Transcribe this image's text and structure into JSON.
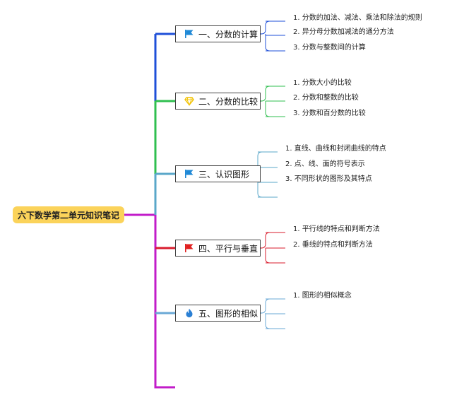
{
  "root": {
    "label": "六下数学第二单元知识笔记"
  },
  "branches": [
    {
      "label": "一、分数的计算",
      "icon": "flag-icon",
      "color": "#1e4fd8",
      "items": [
        "1. 分数的加法、减法、乘法和除法的规则",
        "2. 异分母分数加减法的通分方法",
        "3. 分数与整数间的计算"
      ]
    },
    {
      "label": "二、分数的比较",
      "icon": "diamond-icon",
      "color": "#2fbf4f",
      "items": [
        "1. 分数大小的比较",
        "2. 分数和整数的比较",
        "3. 分数和百分数的比较"
      ]
    },
    {
      "label": "三、认识图形",
      "icon": "flag-icon",
      "color": "#5aa7c9",
      "items": [
        "1. 直线、曲线和封闭曲线的特点",
        "2. 点、线、面的符号表示",
        "3. 不同形状的图形及其特点"
      ]
    },
    {
      "label": "四、平行与垂直",
      "icon": "flag-icon",
      "color": "#d91c2e",
      "items": [
        "1. 平行线的特点和判断方法",
        "2. 垂线的特点和判断方法"
      ]
    },
    {
      "label": "五、图形的相似",
      "icon": "fire-icon",
      "color": "#6aa8d6",
      "items": [
        "1. 图形的相似概念"
      ]
    }
  ],
  "colors": {
    "root_fill": "#fbd35a",
    "trunk_purple": "#c21cc9",
    "flag_blue": "#1e88d6",
    "flag_red": "#e02020",
    "diamond_yellow": "#f2c200",
    "fire_blue": "#2a7fd4"
  }
}
